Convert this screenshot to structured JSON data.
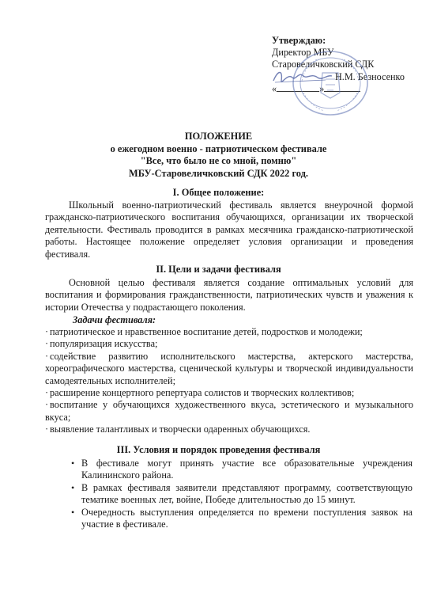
{
  "approval": {
    "title": "Утверждаю:",
    "line1": "Директор МБУ",
    "line2": "Старовеличковский СДК",
    "signer": "Н.М. Безносенко",
    "date_open": "«",
    "date_close": "»"
  },
  "document": {
    "title": "ПОЛОЖЕНИЕ",
    "subtitle1": "о ежегодном военно - патриотическом фестивале",
    "subtitle2": "\"Все, что было не со мной, помню\"",
    "subtitle3": "МБУ-Старовеличковский СДК 2022 год."
  },
  "section1": {
    "title": "I. Общее положение:",
    "text": "Школьный военно-патриотический фестиваль является внеурочной формой гражданско-патриотического воспитания обучающихся, организации их творческой деятельности. Фестиваль проводится в рамках месячника гражданско-патриотической работы. Настоящее положение определяет условия организации и проведения фестиваля."
  },
  "section2": {
    "title": "II. Цели и задачи фестиваля",
    "text": "Основной целью фестиваля является создание оптимальных условий для воспитания и формирования гражданственности, патриотических чувств и уважения к истории Отечества у подрастающего поколения.",
    "tasks_title": "Задачи фестиваля:",
    "tasks": [
      "патриотическое и нравственное воспитание детей, подростков и молодежи;",
      "популяризация искусства;",
      "содействие развитию исполнительского мастерства, актерского мастерства, хореографического мастерства, сценической культуры и творческой индивидуальности самодеятельных исполнителей;",
      "расширение концертного репертуара солистов и творческих коллективов;",
      "воспитание у обучающихся художественного вкуса, эстетического и музыкального вкуса;",
      "выявление талантливых и творчески одаренных обучающихся."
    ]
  },
  "section3": {
    "title": "III. Условия и порядок проведения фестиваля",
    "items": [
      "В фестивале могут принять участие все образовательные учреждения Калининского района.",
      "В рамках фестиваля заявители представляют программу, соответствующую тематике военных лет, войне, Победе длительностью до 15 минут.",
      "Очередность выступления определяется по времени поступления заявок на участие в фестивале."
    ]
  },
  "colors": {
    "text": "#1a1a1a",
    "stamp": "#5a6fb0",
    "signature": "#2a3f8f"
  }
}
